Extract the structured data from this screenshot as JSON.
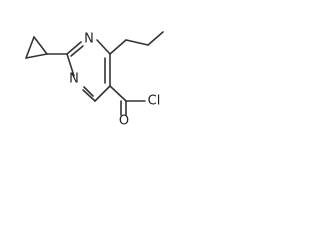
{
  "molecule": {
    "atoms": {
      "n_top": "N",
      "n_bottom": "N",
      "o_carbonyl": "O",
      "cl": "Cl"
    }
  }
}
